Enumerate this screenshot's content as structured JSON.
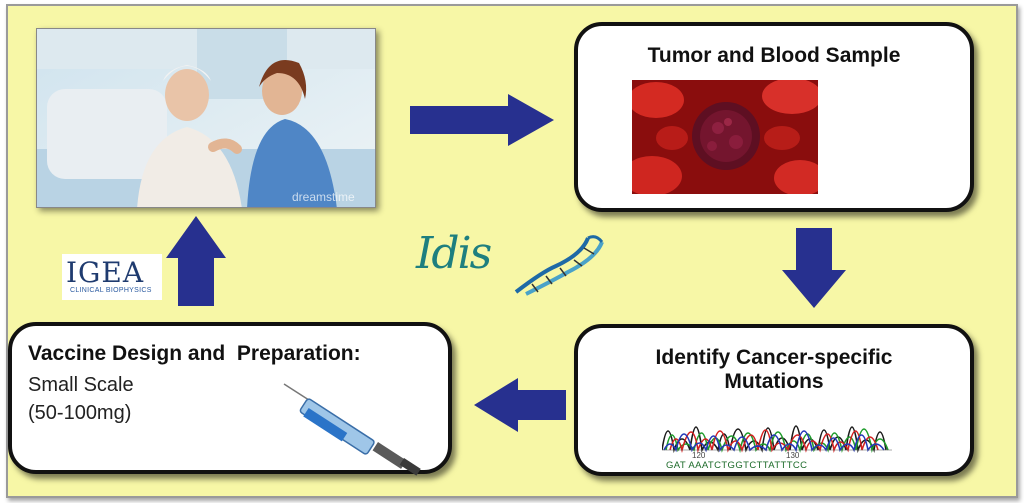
{
  "diagram": {
    "tumor_box": {
      "title": "Tumor and Blood Sample"
    },
    "mutations_box": {
      "title_line1": "Identify Cancer-specific",
      "title_line2": "Mutations"
    },
    "vaccine_box": {
      "title": "Vaccine Design and  Preparation:",
      "line1": "Small Scale",
      "line2": "(50-100mg)"
    },
    "sequence": {
      "tick_120": "120",
      "tick_130": "130",
      "bases": "GAT AAATCTGGTCTTATTTCC"
    },
    "logos": {
      "igea": "IGEA",
      "igea_sub": "CLINICAL BIOPHYSICS",
      "idis": "Idis"
    },
    "photo_watermark": "dreamstime",
    "colors": {
      "background": "#f7f7a6",
      "arrow": "#27308f",
      "blood": "#c81a1a",
      "box_border": "#111111"
    }
  }
}
